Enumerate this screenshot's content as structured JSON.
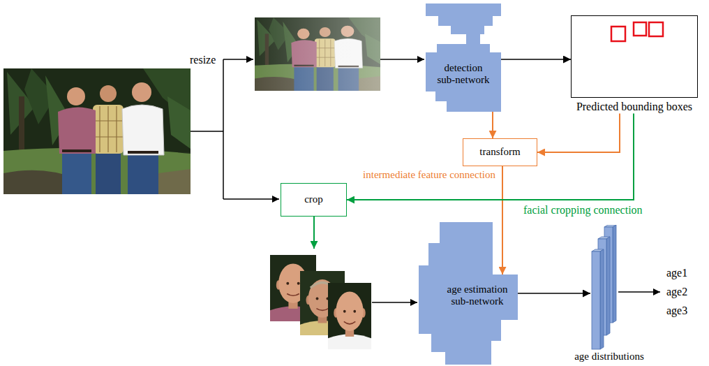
{
  "diagram": {
    "nodes": [
      {
        "text": [
          "detection sub-network"
        ]
      },
      {
        "text": [
          "Predicted bounding boxes"
        ]
      },
      {
        "text": [
          "transform"
        ]
      },
      {
        "text": [
          "crop"
        ]
      },
      {
        "text": [
          "age estimation sub-network"
        ]
      },
      {
        "text": [
          "age distributions"
        ]
      }
    ],
    "edges": [
      {
        "from": 0,
        "to": 1,
        "arrow": "to"
      },
      {
        "from": 0,
        "to": 2,
        "arrow": "to"
      },
      {
        "from": 1,
        "to": 2,
        "arrow": "to"
      },
      {
        "from": 2,
        "to": 4,
        "arrow": "to",
        "label": "intermediate feature connection"
      },
      {
        "from": 1,
        "to": 3,
        "arrow": "to",
        "label": "facial cropping connection"
      },
      {
        "from": 4,
        "to": 5,
        "arrow": "to"
      }
    ],
    "labels": [
      "resize",
      "age1",
      "age2",
      "age3"
    ]
  }
}
